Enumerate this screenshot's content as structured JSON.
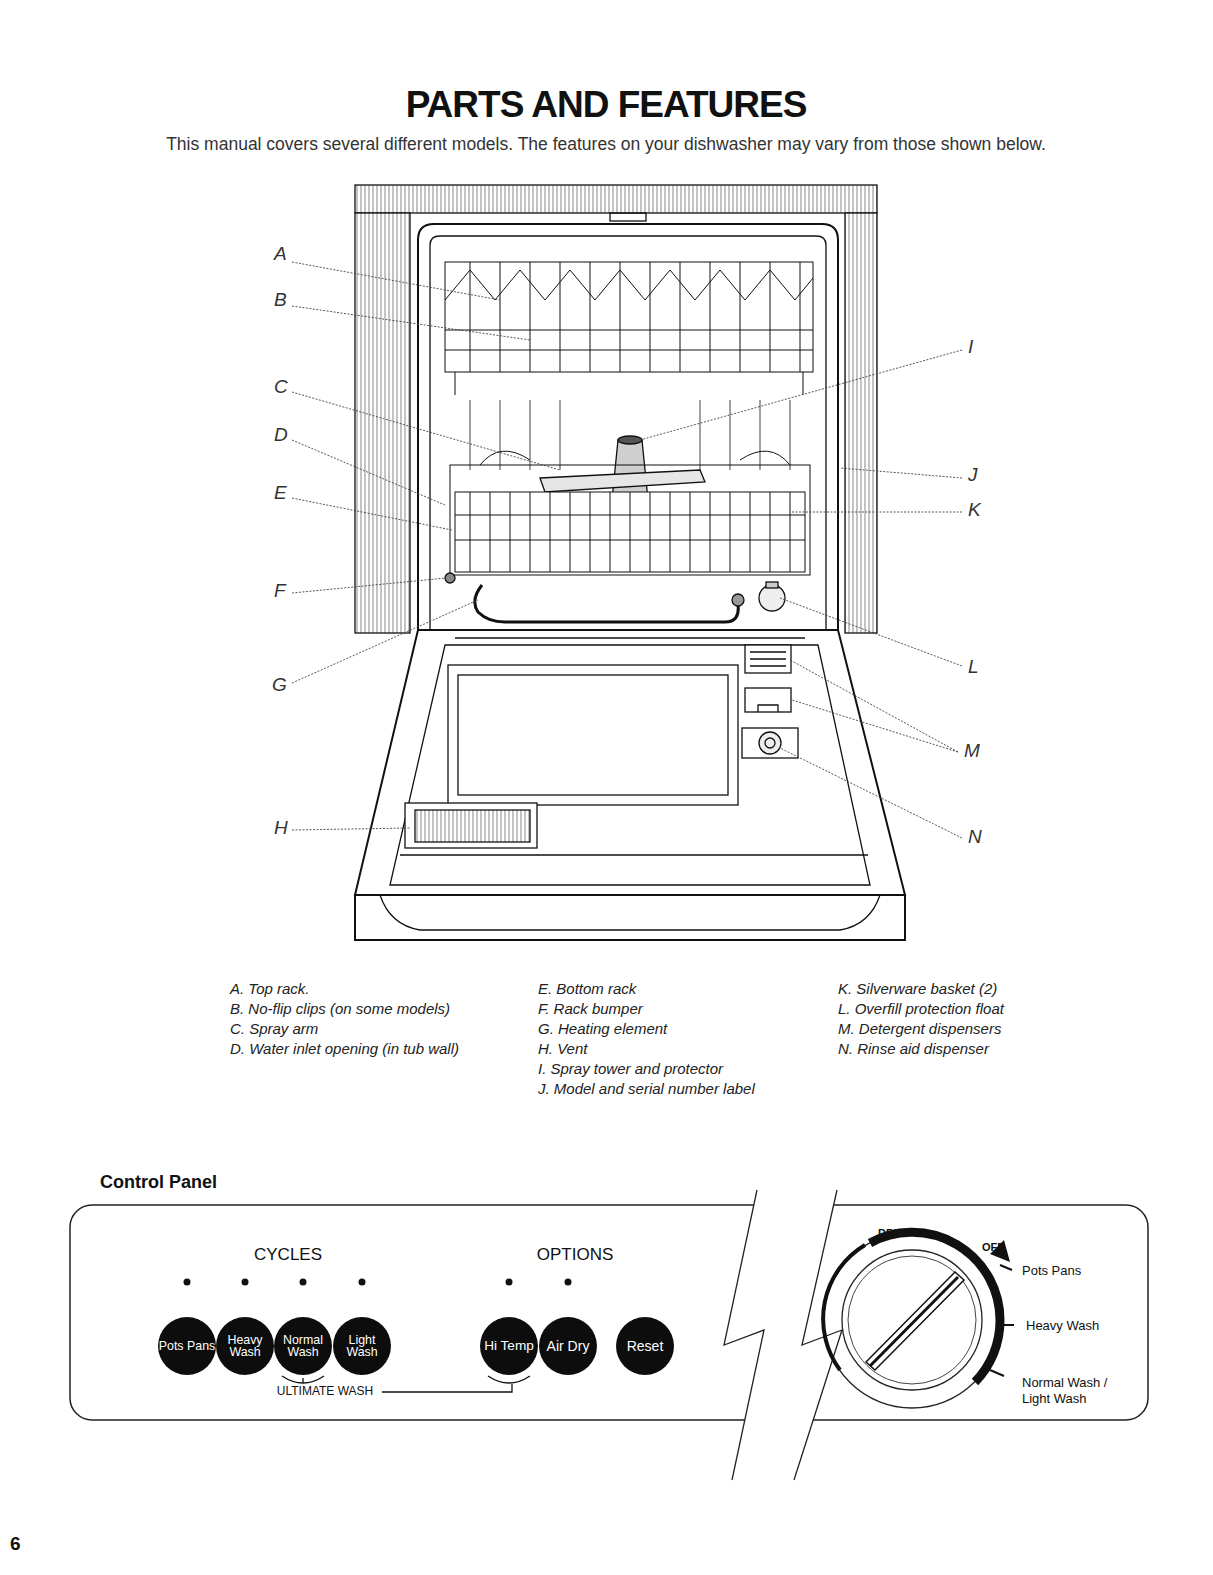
{
  "diagram": {
    "title": "PARTS AND FEATURES",
    "nodes": [
      {
        "text": [
          "CYCLES",
          "OPTIONS",
          "ULTIMATE WASH"
        ]
      },
      {
        "text": [
          "Pots Pans"
        ],
        "in": 0
      },
      {
        "text": [
          "Heavy Wash"
        ],
        "in": 0
      },
      {
        "text": [
          "Normal Wash"
        ],
        "in": 0
      },
      {
        "text": [
          "Light Wash"
        ],
        "in": 0
      },
      {
        "text": [
          "Hi Temp"
        ],
        "in": 0
      },
      {
        "text": [
          "Air Dry"
        ],
        "in": 0
      },
      {
        "text": [
          "Reset"
        ],
        "in": 0
      }
    ],
    "labels": [
      "This manual covers several different models. The features on your dishwasher may vary from those shown below.",
      "A",
      "B",
      "C",
      "D",
      "E",
      "F",
      "G",
      "H",
      "I",
      "J",
      "K",
      "L",
      "M",
      "N",
      "A. Top rack.",
      "B. No-flip clips (on some models)",
      "C. Spray arm",
      "D. Water inlet opening (in tub wall)",
      "E. Bottom rack",
      "F. Rack bumper",
      "G. Heating element",
      "H. Vent",
      "I. Spray tower and protector",
      "J. Model and serial number label",
      "K. Silverware basket (2)",
      "L. Overfill protection float",
      "M. Detergent dispensers",
      "N. Rinse aid dispenser",
      "Control Panel",
      "DRY",
      "OFF",
      "Pots Pans",
      "Heavy Wash",
      "Normal Wash / Light Wash",
      "6"
    ]
  }
}
